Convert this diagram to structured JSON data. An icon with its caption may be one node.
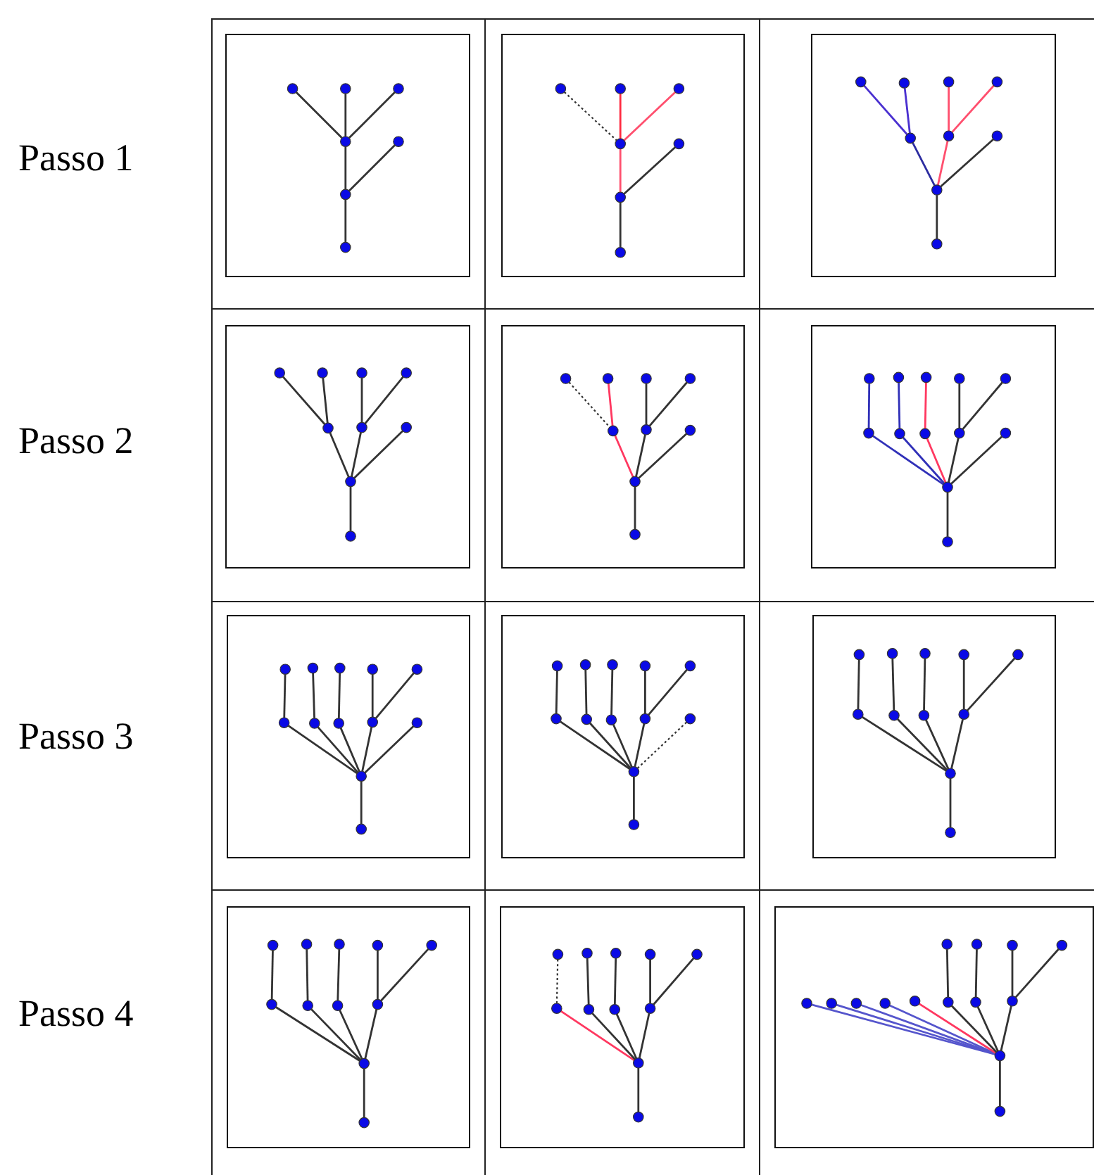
{
  "diagram": {
    "nodes": [
      {
        "text": [],
        "shape": "box"
      },
      {
        "text": [],
        "shape": "circle",
        "in": 0
      },
      {
        "text": [],
        "shape": "circle",
        "in": 0
      },
      {
        "text": [],
        "shape": "circle",
        "in": 0
      },
      {
        "text": [],
        "shape": "circle",
        "in": 0
      },
      {
        "text": [],
        "shape": "circle",
        "in": 0
      },
      {
        "text": [],
        "shape": "circle",
        "in": 0
      },
      {
        "text": [],
        "shape": "circle",
        "in": 0
      },
      {
        "text": [],
        "shape": "box"
      },
      {
        "text": [],
        "shape": "circle",
        "in": 8
      },
      {
        "text": [],
        "shape": "circle",
        "in": 8
      },
      {
        "text": [],
        "shape": "circle",
        "in": 8
      },
      {
        "text": [],
        "shape": "circle",
        "in": 8
      },
      {
        "text": [],
        "shape": "circle",
        "in": 8
      },
      {
        "text": [],
        "shape": "circle",
        "in": 8
      },
      {
        "text": [],
        "shape": "circle",
        "in": 8
      },
      {
        "text": [],
        "shape": "box"
      },
      {
        "text": [],
        "shape": "circle",
        "in": 16
      },
      {
        "text": [],
        "shape": "circle",
        "in": 16
      },
      {
        "text": [],
        "shape": "circle",
        "in": 16
      },
      {
        "text": [],
        "shape": "circle",
        "in": 16
      },
      {
        "text": [],
        "shape": "circle",
        "in": 16
      },
      {
        "text": [],
        "shape": "circle",
        "in": 16
      },
      {
        "text": [],
        "shape": "circle",
        "in": 16
      },
      {
        "text": [],
        "shape": "circle",
        "in": 16
      },
      {
        "text": [],
        "shape": "circle",
        "in": 16
      },
      {
        "text": [],
        "shape": "box"
      },
      {
        "text": [],
        "shape": "circle",
        "in": 26
      },
      {
        "text": [],
        "shape": "circle",
        "in": 26
      },
      {
        "text": [],
        "shape": "circle",
        "in": 26
      },
      {
        "text": [],
        "shape": "circle",
        "in": 26
      },
      {
        "text": [],
        "shape": "circle",
        "in": 26
      },
      {
        "text": [],
        "shape": "circle",
        "in": 26
      },
      {
        "text": [],
        "shape": "circle",
        "in": 26
      },
      {
        "text": [],
        "shape": "circle",
        "in": 26
      },
      {
        "text": [],
        "shape": "circle",
        "in": 26
      },
      {
        "text": [],
        "shape": "box"
      },
      {
        "text": [],
        "shape": "circle",
        "in": 36
      },
      {
        "text": [],
        "shape": "circle",
        "in": 36
      },
      {
        "text": [],
        "shape": "circle",
        "in": 36
      },
      {
        "text": [],
        "shape": "circle",
        "in": 36
      },
      {
        "text": [],
        "shape": "circle",
        "in": 36
      },
      {
        "text": [],
        "shape": "circle",
        "in": 36
      },
      {
        "text": [],
        "shape": "circle",
        "in": 36
      },
      {
        "text": [],
        "shape": "circle",
        "in": 36
      },
      {
        "text": [],
        "shape": "circle",
        "in": 36
      },
      {
        "text": [],
        "shape": "box"
      },
      {
        "text": [],
        "shape": "circle",
        "in": 46
      },
      {
        "text": [],
        "shape": "circle",
        "in": 46
      },
      {
        "text": [],
        "shape": "circle",
        "in": 46
      },
      {
        "text": [],
        "shape": "circle",
        "in": 46
      },
      {
        "text": [],
        "shape": "circle",
        "in": 46
      },
      {
        "text": [],
        "shape": "circle",
        "in": 46
      },
      {
        "text": [],
        "shape": "circle",
        "in": 46
      },
      {
        "text": [],
        "shape": "circle",
        "in": 46
      },
      {
        "text": [],
        "shape": "circle",
        "in": 46
      },
      {
        "text": [],
        "shape": "circle",
        "in": 46
      },
      {
        "text": [],
        "shape": "circle",
        "in": 46
      },
      {
        "text": [],
        "shape": "circle",
        "in": 46
      },
      {
        "text": [],
        "shape": "box"
      },
      {
        "text": [],
        "shape": "circle",
        "in": 59
      },
      {
        "text": [],
        "shape": "circle",
        "in": 59
      },
      {
        "text": [],
        "shape": "circle",
        "in": 59
      },
      {
        "text": [],
        "shape": "circle",
        "in": 59
      },
      {
        "text": [],
        "shape": "circle",
        "in": 59
      },
      {
        "text": [],
        "shape": "circle",
        "in": 59
      },
      {
        "text": [],
        "shape": "circle",
        "in": 59
      },
      {
        "text": [],
        "shape": "circle",
        "in": 59
      },
      {
        "text": [],
        "shape": "circle",
        "in": 59
      },
      {
        "text": [],
        "shape": "circle",
        "in": 59
      },
      {
        "text": [],
        "shape": "circle",
        "in": 59
      },
      {
        "text": [],
        "shape": "circle",
        "in": 59
      },
      {
        "text": [],
        "shape": "box"
      },
      {
        "text": [],
        "shape": "circle",
        "in": 72
      },
      {
        "text": [],
        "shape": "circle",
        "in": 72
      },
      {
        "text": [],
        "shape": "circle",
        "in": 72
      },
      {
        "text": [],
        "shape": "circle",
        "in": 72
      },
      {
        "text": [],
        "shape": "circle",
        "in": 72
      },
      {
        "text": [],
        "shape": "circle",
        "in": 72
      },
      {
        "text": [],
        "shape": "circle",
        "in": 72
      },
      {
        "text": [],
        "shape": "circle",
        "in": 72
      },
      {
        "text": [],
        "shape": "circle",
        "in": 72
      },
      {
        "text": [],
        "shape": "circle",
        "in": 72
      },
      {
        "text": [],
        "shape": "circle",
        "in": 72
      },
      {
        "text": [],
        "shape": "circle",
        "in": 72
      },
      {
        "text": [],
        "shape": "box"
      },
      {
        "text": [],
        "shape": "circle",
        "in": 85
      },
      {
        "text": [],
        "shape": "circle",
        "in": 85
      },
      {
        "text": [],
        "shape": "circle",
        "in": 85
      },
      {
        "text": [],
        "shape": "circle",
        "in": 85
      },
      {
        "text": [],
        "shape": "circle",
        "in": 85
      },
      {
        "text": [],
        "shape": "circle",
        "in": 85
      },
      {
        "text": [],
        "shape": "circle",
        "in": 85
      },
      {
        "text": [],
        "shape": "circle",
        "in": 85
      },
      {
        "text": [],
        "shape": "circle",
        "in": 85
      },
      {
        "text": [],
        "shape": "circle",
        "in": 85
      },
      {
        "text": [],
        "shape": "circle",
        "in": 85
      },
      {
        "text": [],
        "shape": "box"
      },
      {
        "text": [],
        "shape": "circle",
        "in": 97
      },
      {
        "text": [],
        "shape": "circle",
        "in": 97
      },
      {
        "text": [],
        "shape": "circle",
        "in": 97
      },
      {
        "text": [],
        "shape": "circle",
        "in": 97
      },
      {
        "text": [],
        "shape": "circle",
        "in": 97
      },
      {
        "text": [],
        "shape": "circle",
        "in": 97
      },
      {
        "text": [],
        "shape": "circle",
        "in": 97
      },
      {
        "text": [],
        "shape": "circle",
        "in": 97
      },
      {
        "text": [],
        "shape": "circle",
        "in": 97
      },
      {
        "text": [],
        "shape": "circle",
        "in": 97
      },
      {
        "text": [],
        "shape": "circle",
        "in": 97
      },
      {
        "text": [],
        "shape": "box"
      },
      {
        "text": [],
        "shape": "circle",
        "in": 109
      },
      {
        "text": [],
        "shape": "circle",
        "in": 109
      },
      {
        "text": [],
        "shape": "circle",
        "in": 109
      },
      {
        "text": [],
        "shape": "circle",
        "in": 109
      },
      {
        "text": [],
        "shape": "circle",
        "in": 109
      },
      {
        "text": [],
        "shape": "circle",
        "in": 109
      },
      {
        "text": [],
        "shape": "circle",
        "in": 109
      },
      {
        "text": [],
        "shape": "circle",
        "in": 109
      },
      {
        "text": [],
        "shape": "circle",
        "in": 109
      },
      {
        "text": [],
        "shape": "circle",
        "in": 109
      },
      {
        "text": [],
        "shape": "circle",
        "in": 109
      },
      {
        "text": [],
        "shape": "box"
      },
      {
        "text": [],
        "shape": "circle",
        "in": 121
      },
      {
        "text": [],
        "shape": "circle",
        "in": 121
      },
      {
        "text": [],
        "shape": "circle",
        "in": 121
      },
      {
        "text": [],
        "shape": "circle",
        "in": 121
      },
      {
        "text": [],
        "shape": "circle",
        "in": 121
      },
      {
        "text": [],
        "shape": "circle",
        "in": 121
      },
      {
        "text": [],
        "shape": "circle",
        "in": 121
      },
      {
        "text": [],
        "shape": "circle",
        "in": 121
      },
      {
        "text": [],
        "shape": "circle",
        "in": 121
      },
      {
        "text": [],
        "shape": "circle",
        "in": 121
      },
      {
        "text": [],
        "shape": "circle",
        "in": 121
      },
      {
        "text": [],
        "shape": "circle",
        "in": 121
      },
      {
        "text": [],
        "shape": "circle",
        "in": 121
      },
      {
        "text": [],
        "shape": "circle",
        "in": 121
      }
    ],
    "edges": [
      {
        "from": 1,
        "to": 4,
        "arrow": "none"
      },
      {
        "from": 2,
        "to": 4,
        "arrow": "none"
      },
      {
        "from": 3,
        "to": 4,
        "arrow": "none"
      },
      {
        "from": 4,
        "to": 6,
        "arrow": "none"
      },
      {
        "from": 5,
        "to": 6,
        "arrow": "none"
      },
      {
        "from": 6,
        "to": 7,
        "arrow": "none"
      },
      {
        "from": 9,
        "to": 12,
        "arrow": "none",
        "style": "dashed"
      },
      {
        "from": 10,
        "to": 12,
        "arrow": "none",
        "color": "#ff2a40"
      },
      {
        "from": 11,
        "to": 12,
        "arrow": "none",
        "color": "#ff4f6e"
      },
      {
        "from": 12,
        "to": 14,
        "arrow": "none",
        "color": "#ff4f6e"
      },
      {
        "from": 13,
        "to": 14,
        "arrow": "none"
      },
      {
        "from": 14,
        "to": 15,
        "arrow": "none"
      },
      {
        "from": 17,
        "to": 21,
        "arrow": "none",
        "color": "#4a30d0"
      },
      {
        "from": 18,
        "to": 21,
        "arrow": "none",
        "color": "#4a30d0"
      },
      {
        "from": 19,
        "to": 22,
        "arrow": "none",
        "color": "#ff4f6e"
      },
      {
        "from": 20,
        "to": 22,
        "arrow": "none",
        "color": "#ff4f6e"
      },
      {
        "from": 21,
        "to": 24,
        "arrow": "none",
        "color": "#2c2ca0"
      },
      {
        "from": 22,
        "to": 24,
        "arrow": "none",
        "color": "#ff4f6e"
      },
      {
        "from": 23,
        "to": 24,
        "arrow": "none"
      },
      {
        "from": 24,
        "to": 25,
        "arrow": "none"
      },
      {
        "from": 27,
        "to": 31,
        "arrow": "none"
      },
      {
        "from": 28,
        "to": 31,
        "arrow": "none"
      },
      {
        "from": 29,
        "to": 32,
        "arrow": "none"
      },
      {
        "from": 30,
        "to": 32,
        "arrow": "none"
      },
      {
        "from": 31,
        "to": 34,
        "arrow": "none"
      },
      {
        "from": 32,
        "to": 34,
        "arrow": "none"
      },
      {
        "from": 33,
        "to": 34,
        "arrow": "none"
      },
      {
        "from": 34,
        "to": 35,
        "arrow": "none"
      },
      {
        "from": 37,
        "to": 41,
        "arrow": "none",
        "style": "dashed"
      },
      {
        "from": 38,
        "to": 41,
        "arrow": "none",
        "color": "#ff3860"
      },
      {
        "from": 39,
        "to": 42,
        "arrow": "none"
      },
      {
        "from": 40,
        "to": 42,
        "arrow": "none"
      },
      {
        "from": 41,
        "to": 44,
        "arrow": "none",
        "color": "#ff3860"
      },
      {
        "from": 42,
        "to": 44,
        "arrow": "none"
      },
      {
        "from": 43,
        "to": 44,
        "arrow": "none"
      },
      {
        "from": 44,
        "to": 45,
        "arrow": "none"
      },
      {
        "from": 47,
        "to": 52,
        "arrow": "none",
        "color": "#3030b8"
      },
      {
        "from": 48,
        "to": 53,
        "arrow": "none",
        "color": "#3030b8"
      },
      {
        "from": 49,
        "to": 54,
        "arrow": "none",
        "color": "#ff3860"
      },
      {
        "from": 50,
        "to": 55,
        "arrow": "none"
      },
      {
        "from": 51,
        "to": 55,
        "arrow": "none"
      },
      {
        "from": 52,
        "to": 57,
        "arrow": "none",
        "color": "#3030b8"
      },
      {
        "from": 53,
        "to": 57,
        "arrow": "none",
        "color": "#3030b8"
      },
      {
        "from": 54,
        "to": 57,
        "arrow": "none",
        "color": "#ff3860"
      },
      {
        "from": 55,
        "to": 57,
        "arrow": "none"
      },
      {
        "from": 56,
        "to": 57,
        "arrow": "none"
      },
      {
        "from": 57,
        "to": 58,
        "arrow": "none"
      },
      {
        "from": 60,
        "to": 65,
        "arrow": "none"
      },
      {
        "from": 61,
        "to": 66,
        "arrow": "none"
      },
      {
        "from": 62,
        "to": 67,
        "arrow": "none"
      },
      {
        "from": 63,
        "to": 68,
        "arrow": "none"
      },
      {
        "from": 64,
        "to": 68,
        "arrow": "none"
      },
      {
        "from": 65,
        "to": 70,
        "arrow": "none"
      },
      {
        "from": 66,
        "to": 70,
        "arrow": "none"
      },
      {
        "from": 67,
        "to": 70,
        "arrow": "none"
      },
      {
        "from": 68,
        "to": 70,
        "arrow": "none"
      },
      {
        "from": 69,
        "to": 70,
        "arrow": "none"
      },
      {
        "from": 70,
        "to": 71,
        "arrow": "none"
      },
      {
        "from": 73,
        "to": 78,
        "arrow": "none"
      },
      {
        "from": 74,
        "to": 79,
        "arrow": "none"
      },
      {
        "from": 75,
        "to": 80,
        "arrow": "none"
      },
      {
        "from": 76,
        "to": 81,
        "arrow": "none"
      },
      {
        "from": 77,
        "to": 81,
        "arrow": "none"
      },
      {
        "from": 78,
        "to": 83,
        "arrow": "none"
      },
      {
        "from": 79,
        "to": 83,
        "arrow": "none"
      },
      {
        "from": 80,
        "to": 83,
        "arrow": "none"
      },
      {
        "from": 81,
        "to": 83,
        "arrow": "none"
      },
      {
        "from": 82,
        "to": 83,
        "arrow": "none",
        "style": "dashed"
      },
      {
        "from": 83,
        "to": 84,
        "arrow": "none"
      },
      {
        "from": 86,
        "to": 91,
        "arrow": "none"
      },
      {
        "from": 87,
        "to": 92,
        "arrow": "none"
      },
      {
        "from": 88,
        "to": 93,
        "arrow": "none"
      },
      {
        "from": 89,
        "to": 94,
        "arrow": "none"
      },
      {
        "from": 90,
        "to": 94,
        "arrow": "none"
      },
      {
        "from": 91,
        "to": 95,
        "arrow": "none"
      },
      {
        "from": 92,
        "to": 95,
        "arrow": "none"
      },
      {
        "from": 93,
        "to": 95,
        "arrow": "none"
      },
      {
        "from": 94,
        "to": 95,
        "arrow": "none"
      },
      {
        "from": 95,
        "to": 96,
        "arrow": "none"
      },
      {
        "from": 98,
        "to": 103,
        "arrow": "none"
      },
      {
        "from": 99,
        "to": 104,
        "arrow": "none"
      },
      {
        "from": 100,
        "to": 105,
        "arrow": "none"
      },
      {
        "from": 101,
        "to": 106,
        "arrow": "none"
      },
      {
        "from": 102,
        "to": 106,
        "arrow": "none"
      },
      {
        "from": 103,
        "to": 107,
        "arrow": "none"
      },
      {
        "from": 104,
        "to": 107,
        "arrow": "none"
      },
      {
        "from": 105,
        "to": 107,
        "arrow": "none"
      },
      {
        "from": 106,
        "to": 107,
        "arrow": "none"
      },
      {
        "from": 107,
        "to": 108,
        "arrow": "none"
      },
      {
        "from": 110,
        "to": 115,
        "arrow": "none",
        "style": "dashed"
      },
      {
        "from": 111,
        "to": 116,
        "arrow": "none"
      },
      {
        "from": 112,
        "to": 117,
        "arrow": "none"
      },
      {
        "from": 113,
        "to": 118,
        "arrow": "none"
      },
      {
        "from": 114,
        "to": 118,
        "arrow": "none"
      },
      {
        "from": 115,
        "to": 119,
        "arrow": "none",
        "color": "#ff3860"
      },
      {
        "from": 116,
        "to": 119,
        "arrow": "none"
      },
      {
        "from": 117,
        "to": 119,
        "arrow": "none"
      },
      {
        "from": 118,
        "to": 119,
        "arrow": "none"
      },
      {
        "from": 119,
        "to": 120,
        "arrow": "none"
      },
      {
        "from": 122,
        "to": 131,
        "arrow": "none"
      },
      {
        "from": 123,
        "to": 132,
        "arrow": "none"
      },
      {
        "from": 124,
        "to": 133,
        "arrow": "none"
      },
      {
        "from": 125,
        "to": 133,
        "arrow": "none"
      },
      {
        "from": 126,
        "to": 134,
        "arrow": "none",
        "color": "#5555cc"
      },
      {
        "from": 127,
        "to": 134,
        "arrow": "none",
        "color": "#5555cc"
      },
      {
        "from": 128,
        "to": 134,
        "arrow": "none",
        "color": "#5555cc"
      },
      {
        "from": 129,
        "to": 134,
        "arrow": "none",
        "color": "#5555cc"
      },
      {
        "from": 130,
        "to": 134,
        "arrow": "none",
        "color": "#ff3860"
      },
      {
        "from": 131,
        "to": 134,
        "arrow": "none"
      },
      {
        "from": 132,
        "to": 134,
        "arrow": "none"
      },
      {
        "from": 133,
        "to": 134,
        "arrow": "none"
      },
      {
        "from": 134,
        "to": 135,
        "arrow": "none"
      }
    ],
    "labels": [
      "Passo 1",
      "Passo 2",
      "Passo 3",
      "Passo 4"
    ]
  }
}
